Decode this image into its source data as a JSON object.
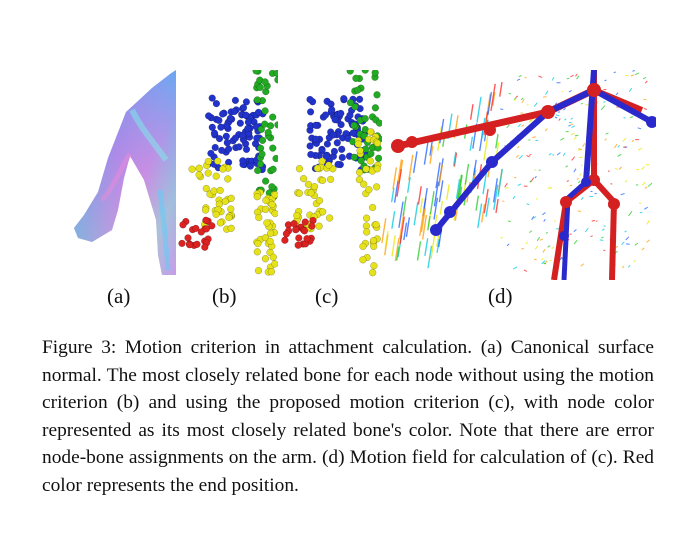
{
  "figure": {
    "subfigures": [
      {
        "label": "(a)",
        "content": "canonical surface normal"
      },
      {
        "label": "(b)",
        "content": "node-bone assignment without motion criterion"
      },
      {
        "label": "(c)",
        "content": "node-bone assignment with motion criterion"
      },
      {
        "label": "(d)",
        "content": "motion field"
      }
    ],
    "node_colors": {
      "blue": "#2233cc",
      "green": "#22aa22",
      "yellow": "#e6e21a",
      "red": "#dd2222"
    },
    "caption": "Figure 3: Motion criterion in attachment calculation. (a) Canonical surface normal. The most closely related bone for each node without using the motion criterion (b) and using the proposed motion criterion (c), with node color represented as its most closely related bone's color. Note that there are error node-bone assignments on the arm. (d) Motion field for calculation of (c). Red color represents the end position."
  }
}
